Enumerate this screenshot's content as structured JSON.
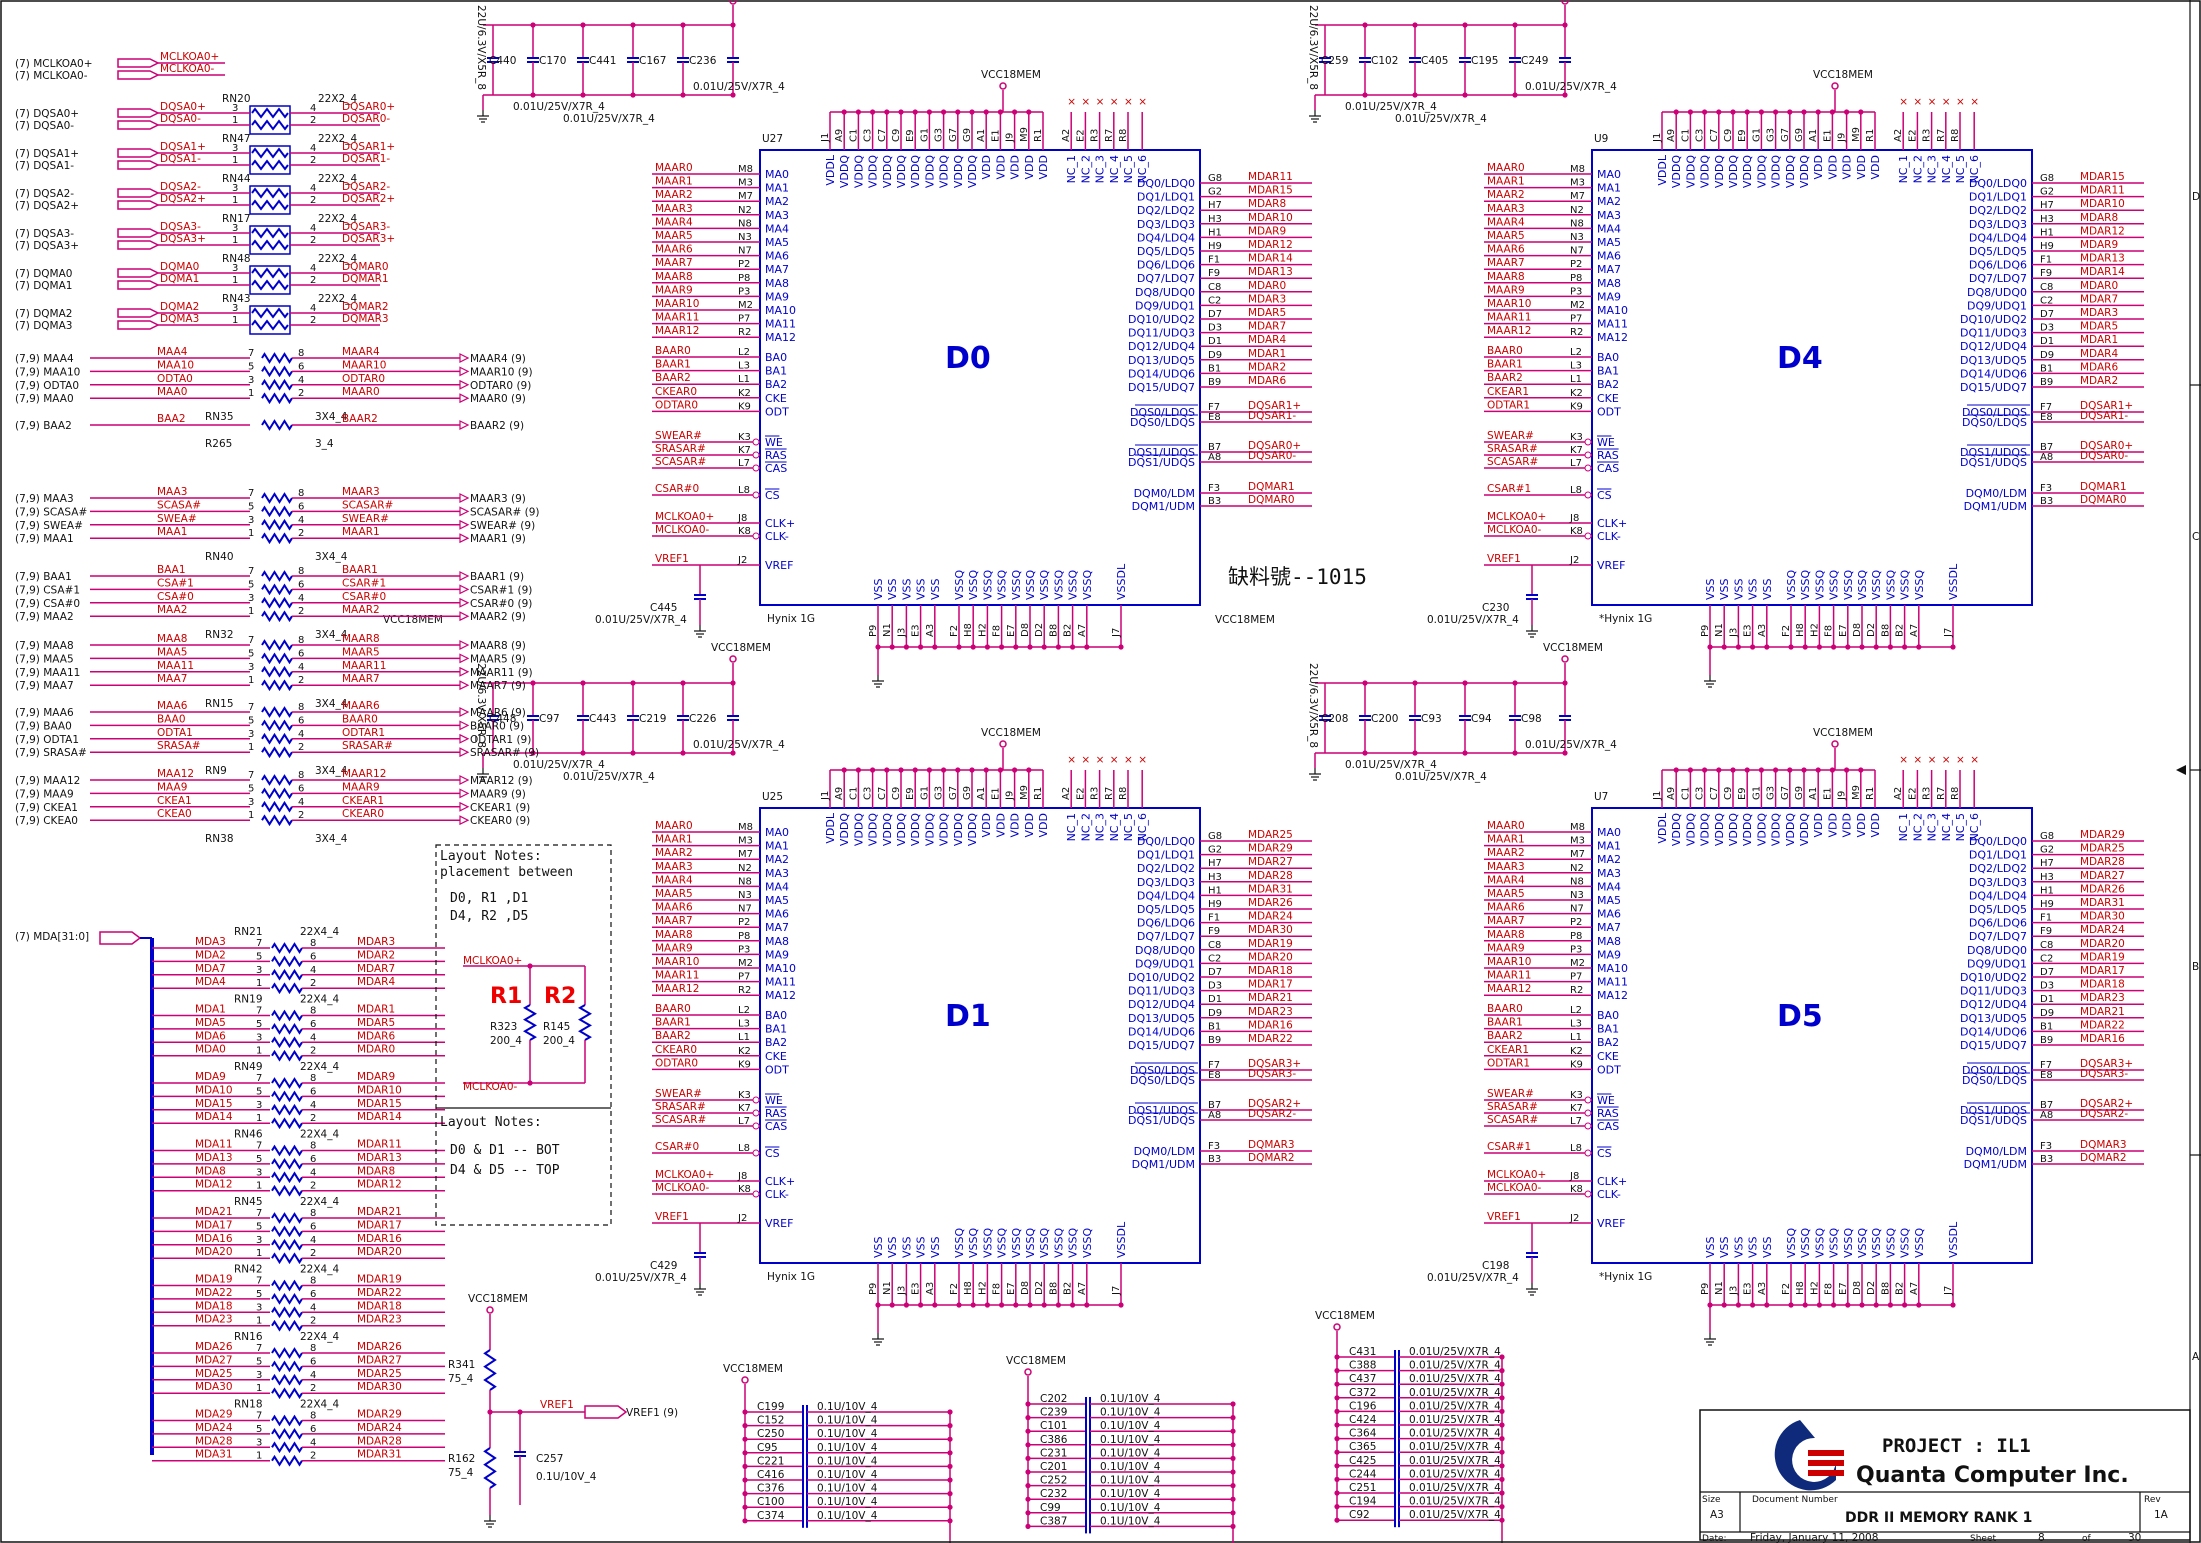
{
  "power": "VCC18MEM",
  "chips": [
    {
      "ref": "U27",
      "label": "D0",
      "vendor": "Hynix 1G"
    },
    {
      "ref": "U9",
      "label": "D4",
      "vendor": "*Hynix 1G"
    },
    {
      "ref": "U25",
      "label": "D1",
      "vendor": "Hynix 1G"
    },
    {
      "ref": "U7",
      "label": "D5",
      "vendor": "*Hynix 1G"
    }
  ],
  "chip_pins": {
    "left": [
      "MA0",
      "MA1",
      "MA2",
      "MA3",
      "MA4",
      "MA5",
      "MA6",
      "MA7",
      "MA8",
      "MA9",
      "MA10",
      "MA11",
      "MA12",
      "BA0",
      "BA1",
      "BA2",
      "CKE",
      "ODT",
      "WE",
      "RAS",
      "CAS",
      "CS",
      "CLK+",
      "CLK-",
      "VREF"
    ],
    "left_nums": [
      "M8",
      "M3",
      "M7",
      "N2",
      "N8",
      "N3",
      "N7",
      "P2",
      "P8",
      "P3",
      "M2",
      "P7",
      "R2",
      "L2",
      "L3",
      "L1",
      "K2",
      "K9",
      "K3",
      "K7",
      "L7",
      "L8",
      "J8",
      "K8",
      "J2"
    ],
    "right": [
      "DQ0/LDQ0",
      "DQ1/LDQ1",
      "DQ2/LDQ2",
      "DQ3/LDQ3",
      "DQ4/LDQ4",
      "DQ5/LDQ5",
      "DQ6/LDQ6",
      "DQ7/LDQ7",
      "DQ8/UDQ0",
      "DQ9/UDQ1",
      "DQ10/UDQ2",
      "DQ11/UDQ3",
      "DQ12/UDQ4",
      "DQ13/UDQ5",
      "DQ14/UDQ6",
      "DQ15/UDQ7",
      "DQS0/LDQS",
      "DQS0/LDQS",
      "DQS1/UDQS",
      "DQS1/UDQS",
      "DQM0/LDM",
      "DQM1/UDM"
    ],
    "right_nums": [
      "G8",
      "G2",
      "H7",
      "H3",
      "H1",
      "H9",
      "F1",
      "F9",
      "C8",
      "C2",
      "D7",
      "D3",
      "D1",
      "D9",
      "B1",
      "B9",
      "F7",
      "E8",
      "B7",
      "A8",
      "F3",
      "B3"
    ],
    "top": [
      "VDDL",
      "VDDQ",
      "VDDQ",
      "VDDQ",
      "VDDQ",
      "VDDQ",
      "VDDQ",
      "VDDQ",
      "VDDQ",
      "VDDQ",
      "VDDQ",
      "VDD",
      "VDD",
      "VDD",
      "VDD",
      "VDD",
      "NC_1",
      "NC_2",
      "NC_3",
      "NC_4",
      "NC_5",
      "NC_6"
    ],
    "top_nums": [
      "J1",
      "A9",
      "C1",
      "C3",
      "C7",
      "C9",
      "E9",
      "G1",
      "G3",
      "G7",
      "G9",
      "A1",
      "E1",
      "J9",
      "M9",
      "R1",
      "A2",
      "E2",
      "R3",
      "R7",
      "R8"
    ],
    "bottom": [
      "VSS",
      "VSS",
      "VSS",
      "VSS",
      "VSS",
      "VSSQ",
      "VSSQ",
      "VSSQ",
      "VSSQ",
      "VSSQ",
      "VSSQ",
      "VSSQ",
      "VSSQ",
      "VSSQ",
      "VSSQ",
      "VSSDL"
    ],
    "bottom_nums": [
      "P9",
      "N1",
      "J3",
      "E3",
      "A3",
      "F2",
      "H8",
      "H2",
      "F8",
      "E7",
      "D8",
      "D2",
      "B8",
      "B2",
      "A7",
      "J7"
    ]
  },
  "chip_left_nets": {
    "D0": [
      "MAAR0",
      "MAAR1",
      "MAAR2",
      "MAAR3",
      "MAAR4",
      "MAAR5",
      "MAAR6",
      "MAAR7",
      "MAAR8",
      "MAAR9",
      "MAAR10",
      "MAAR11",
      "MAAR12",
      "BAAR0",
      "BAAR1",
      "BAAR2",
      "CKEAR0",
      "ODTAR0",
      "SWEAR#",
      "SRASAR#",
      "SCASAR#",
      "CSAR#0",
      "MCLKOA0+",
      "MCLKOA0-",
      "VREF1"
    ],
    "D4": [
      "MAAR0",
      "MAAR1",
      "MAAR2",
      "MAAR3",
      "MAAR4",
      "MAAR5",
      "MAAR6",
      "MAAR7",
      "MAAR8",
      "MAAR9",
      "MAAR10",
      "MAAR11",
      "MAAR12",
      "BAAR0",
      "BAAR1",
      "BAAR2",
      "CKEAR1",
      "ODTAR1",
      "SWEAR#",
      "SRASAR#",
      "SCASAR#",
      "CSAR#1",
      "MCLKOA0+",
      "MCLKOA0-",
      "VREF1"
    ],
    "D1": [
      "MAAR0",
      "MAAR1",
      "MAAR2",
      "MAAR3",
      "MAAR4",
      "MAAR5",
      "MAAR6",
      "MAAR7",
      "MAAR8",
      "MAAR9",
      "MAAR10",
      "MAAR11",
      "MAAR12",
      "BAAR0",
      "BAAR1",
      "BAAR2",
      "CKEAR0",
      "ODTAR0",
      "SWEAR#",
      "SRASAR#",
      "SCASAR#",
      "CSAR#0",
      "MCLKOA0+",
      "MCLKOA0-",
      "VREF1"
    ],
    "D5": [
      "MAAR0",
      "MAAR1",
      "MAAR2",
      "MAAR3",
      "MAAR4",
      "MAAR5",
      "MAAR6",
      "MAAR7",
      "MAAR8",
      "MAAR9",
      "MAAR10",
      "MAAR11",
      "MAAR12",
      "BAAR0",
      "BAAR1",
      "BAAR2",
      "CKEAR1",
      "ODTAR1",
      "SWEAR#",
      "SRASAR#",
      "SCASAR#",
      "CSAR#1",
      "MCLKOA0+",
      "MCLKOA0-",
      "VREF1"
    ]
  },
  "chip_right_nets": {
    "D0": [
      "MDAR11",
      "MDAR15",
      "MDAR8",
      "MDAR10",
      "MDAR9",
      "MDAR12",
      "MDAR14",
      "MDAR13",
      "MDAR0",
      "MDAR3",
      "MDAR5",
      "MDAR7",
      "MDAR4",
      "MDAR1",
      "MDAR2",
      "MDAR6",
      "DQSAR1+",
      "DQSAR1-",
      "DQSAR0+",
      "DQSAR0-",
      "DQMAR1",
      "DQMAR0"
    ],
    "D4": [
      "MDAR15",
      "MDAR11",
      "MDAR10",
      "MDAR8",
      "MDAR12",
      "MDAR9",
      "MDAR13",
      "MDAR14",
      "MDAR0",
      "MDAR7",
      "MDAR3",
      "MDAR5",
      "MDAR1",
      "MDAR4",
      "MDAR6",
      "MDAR2",
      "DQSAR1+",
      "DQSAR1-",
      "DQSAR0+",
      "DQSAR0-",
      "DQMAR1",
      "DQMAR0"
    ],
    "D1": [
      "MDAR25",
      "MDAR29",
      "MDAR27",
      "MDAR28",
      "MDAR31",
      "MDAR26",
      "MDAR24",
      "MDAR30",
      "MDAR19",
      "MDAR20",
      "MDAR18",
      "MDAR17",
      "MDAR21",
      "MDAR23",
      "MDAR16",
      "MDAR22",
      "DQSAR3+",
      "DQSAR3-",
      "DQSAR2+",
      "DQSAR2-",
      "DQMAR3",
      "DQMAR2"
    ],
    "D5": [
      "MDAR29",
      "MDAR25",
      "MDAR28",
      "MDAR27",
      "MDAR26",
      "MDAR31",
      "MDAR30",
      "MDAR24",
      "MDAR20",
      "MDAR19",
      "MDAR17",
      "MDAR18",
      "MDAR23",
      "MDAR21",
      "MDAR22",
      "MDAR16",
      "DQSAR3+",
      "DQSAR3-",
      "DQSAR2+",
      "DQSAR2-",
      "DQMAR3",
      "DQMAR2"
    ]
  },
  "bypass_caps": {
    "D0": [
      "C440",
      "C170",
      "C441",
      "C167",
      "C236"
    ],
    "D4": [
      "C259",
      "C102",
      "C405",
      "C195",
      "C249"
    ],
    "D1": [
      "C448",
      "C97",
      "C443",
      "C219",
      "C226"
    ],
    "D5": [
      "C208",
      "C200",
      "C93",
      "C94",
      "C98"
    ]
  },
  "vref_caps": {
    "D0": "C445",
    "D4": "C230",
    "D1": "C429",
    "D5": "C198"
  },
  "cap_values": {
    "bulk": "22U/6.3V/X5R_8",
    "small": "0.01U/25V/X7R_4",
    "vref": "0.01U/25V/X7R_4"
  },
  "clk_left": [
    {
      "tag": "(7)",
      "name": "MCLKOA0+",
      "out": "MCLKOA0+"
    },
    {
      "tag": "(7)",
      "name": "MCLKOA0-",
      "out": "MCLKOA0-"
    }
  ],
  "dqs_packs": [
    {
      "ref": "RN20",
      "val": "22X2_4",
      "in": [
        "DQSA0+",
        "DQSA0-"
      ],
      "tags": [
        "(7)",
        "(7)"
      ],
      "out": [
        "DQSAR0+",
        "DQSAR0-"
      ],
      "pins": [
        "3",
        "1",
        "4",
        "2"
      ]
    },
    {
      "ref": "RN47",
      "val": "22X2_4",
      "in": [
        "DQSA1+",
        "DQSA1-"
      ],
      "tags": [
        "(7)",
        "(7)"
      ],
      "out": [
        "DQSAR1+",
        "DQSAR1-"
      ],
      "pins": [
        "3",
        "1",
        "4",
        "2"
      ]
    },
    {
      "ref": "RN44",
      "val": "22X2_4",
      "in": [
        "DQSA2-",
        "DQSA2+"
      ],
      "tags": [
        "(7)",
        "(7)"
      ],
      "out": [
        "DQSAR2-",
        "DQSAR2+"
      ],
      "pins": [
        "3",
        "1",
        "4",
        "2"
      ]
    },
    {
      "ref": "RN17",
      "val": "22X2_4",
      "in": [
        "DQSA3-",
        "DQSA3+"
      ],
      "tags": [
        "(7)",
        "(7)"
      ],
      "out": [
        "DQSAR3-",
        "DQSAR3+"
      ],
      "pins": [
        "3",
        "1",
        "4",
        "2"
      ]
    },
    {
      "ref": "RN48",
      "val": "22X2_4",
      "in": [
        "DQMA0",
        "DQMA1"
      ],
      "tags": [
        "(7)",
        "(7)"
      ],
      "out": [
        "DQMAR0",
        "DQMAR1"
      ],
      "pins": [
        "3",
        "1",
        "4",
        "2"
      ]
    },
    {
      "ref": "RN43",
      "val": "22X2_4",
      "in": [
        "DQMA2",
        "DQMA3"
      ],
      "tags": [
        "(7)",
        "(7)"
      ],
      "out": [
        "DQMAR2",
        "DQMAR3"
      ],
      "pins": [
        "3",
        "1",
        "4",
        "2"
      ]
    }
  ],
  "addr_packs": [
    {
      "ref": "RN35",
      "val": "3X4_4",
      "tags": [
        "(7,9)",
        "(7,9)",
        "(7,9)",
        "(7,9)"
      ],
      "in": [
        "MAA4",
        "MAA10",
        "ODTA0",
        "MAA0"
      ],
      "out": [
        "MAAR4",
        "MAAR10",
        "ODTAR0",
        "MAAR0"
      ],
      "otags": [
        "(9)",
        "(9)",
        "(9)",
        "(9)"
      ]
    },
    {
      "ref": "R265",
      "val": "3_4",
      "tags": [
        "(7,9)"
      ],
      "in": [
        "BAA2"
      ],
      "out": [
        "BAAR2"
      ],
      "otags": [
        "(9)"
      ]
    },
    {
      "ref": "RN40",
      "val": "3X4_4",
      "tags": [
        "(7,9)",
        "(7,9)",
        "(7,9)",
        "(7,9)"
      ],
      "in": [
        "MAA3",
        "SCASA#",
        "SWEA#",
        "MAA1"
      ],
      "out": [
        "MAAR3",
        "SCASAR#",
        "SWEAR#",
        "MAAR1"
      ],
      "otags": [
        "(9)",
        "(9)",
        "(9)",
        "(9)"
      ]
    },
    {
      "ref": "RN32",
      "val": "3X4_4",
      "tags": [
        "(7,9)",
        "(7,9)",
        "(7,9)",
        "(7,9)"
      ],
      "in": [
        "BAA1",
        "CSA#1",
        "CSA#0",
        "MAA2"
      ],
      "out": [
        "BAAR1",
        "CSAR#1",
        "CSAR#0",
        "MAAR2"
      ],
      "otags": [
        "(9)",
        "(9)",
        "(9)",
        "(9)"
      ]
    },
    {
      "ref": "RN15",
      "val": "3X4_4",
      "tags": [
        "(7,9)",
        "(7,9)",
        "(7,9)",
        "(7,9)"
      ],
      "in": [
        "MAA8",
        "MAA5",
        "MAA11",
        "MAA7"
      ],
      "out": [
        "MAAR8",
        "MAAR5",
        "MAAR11",
        "MAAR7"
      ],
      "otags": [
        "(9)",
        "(9)",
        "(9)",
        "(9)"
      ]
    },
    {
      "ref": "RN9",
      "val": "3X4_4",
      "tags": [
        "(7,9)",
        "(7,9)",
        "(7,9)",
        "(7,9)"
      ],
      "in": [
        "MAA6",
        "BAA0",
        "ODTA1",
        "SRASA#"
      ],
      "out": [
        "MAAR6",
        "BAAR0",
        "ODTAR1",
        "SRASAR#"
      ],
      "otags": [
        "(9)",
        "(9)",
        "(9)",
        "(9)"
      ]
    },
    {
      "ref": "RN38",
      "val": "3X4_4",
      "tags": [
        "(7,9)",
        "(7,9)",
        "(7,9)",
        "(7,9)"
      ],
      "in": [
        "MAA12",
        "MAA9",
        "CKEA1",
        "CKEA0"
      ],
      "out": [
        "MAAR12",
        "MAAR9",
        "CKEAR1",
        "CKEAR0"
      ],
      "otags": [
        "(9)",
        "(9)",
        "(9)",
        "(9)"
      ]
    }
  ],
  "mda_bus": "MDA[31:0]",
  "mda_tag": "(7)",
  "data_packs": [
    {
      "ref": "RN21",
      "val": "22X4_4",
      "in": [
        "MDA3",
        "MDA2",
        "MDA7",
        "MDA4"
      ],
      "out": [
        "MDAR3",
        "MDAR2",
        "MDAR7",
        "MDAR4"
      ]
    },
    {
      "ref": "RN19",
      "val": "22X4_4",
      "in": [
        "MDA1",
        "MDA5",
        "MDA6",
        "MDA0"
      ],
      "out": [
        "MDAR1",
        "MDAR5",
        "MDAR6",
        "MDAR0"
      ]
    },
    {
      "ref": "RN49",
      "val": "22X4_4",
      "in": [
        "MDA9",
        "MDA10",
        "MDA15",
        "MDA14"
      ],
      "out": [
        "MDAR9",
        "MDAR10",
        "MDAR15",
        "MDAR14"
      ]
    },
    {
      "ref": "RN46",
      "val": "22X4_4",
      "in": [
        "MDA11",
        "MDA13",
        "MDA8",
        "MDA12"
      ],
      "out": [
        "MDAR11",
        "MDAR13",
        "MDAR8",
        "MDAR12"
      ]
    },
    {
      "ref": "RN45",
      "val": "22X4_4",
      "in": [
        "MDA21",
        "MDA17",
        "MDA16",
        "MDA20"
      ],
      "out": [
        "MDAR21",
        "MDAR17",
        "MDAR16",
        "MDAR20"
      ]
    },
    {
      "ref": "RN42",
      "val": "22X4_4",
      "in": [
        "MDA19",
        "MDA22",
        "MDA18",
        "MDA23"
      ],
      "out": [
        "MDAR19",
        "MDAR22",
        "MDAR18",
        "MDAR23"
      ]
    },
    {
      "ref": "RN16",
      "val": "22X4_4",
      "in": [
        "MDA26",
        "MDA27",
        "MDA25",
        "MDA30"
      ],
      "out": [
        "MDAR26",
        "MDAR27",
        "MDAR25",
        "MDAR30"
      ]
    },
    {
      "ref": "RN18",
      "val": "22X4_4",
      "in": [
        "MDA29",
        "MDA24",
        "MDA28",
        "MDA31"
      ],
      "out": [
        "MDAR29",
        "MDAR24",
        "MDAR28",
        "MDAR31"
      ]
    }
  ],
  "pack_pins4": [
    "7",
    "5",
    "3",
    "1",
    "8",
    "6",
    "4",
    "2"
  ],
  "notes1": {
    "title": "Layout Notes:",
    "sub": "placement between",
    "l1": "D0,  R1  ,D1",
    "l2": "D4,  R2  ,D5"
  },
  "term": {
    "r1": "R1",
    "r2": "R2",
    "ra": "R323",
    "rav": "200_4",
    "rb": "R145",
    "rbv": "200_4",
    "top": "MCLKOA0+",
    "bot": "MCLKOA0-"
  },
  "notes2": {
    "title": "Layout Notes:",
    "l1": "D0 & D1 -- BOT",
    "l2": "D4 & D5 -- TOP"
  },
  "missing": "缺料號--1015",
  "vref_div": {
    "r1": "R341",
    "r1v": "75_4",
    "r2": "R162",
    "r2v": "75_4",
    "cap": "C257",
    "capv": "0.1U/10V_4",
    "net": "VREF1",
    "port": "VREF1",
    "tag": "(9)"
  },
  "decap_bank1": {
    "refs": [
      "C199",
      "C152",
      "C250",
      "C95",
      "C221",
      "C416",
      "C376",
      "C100",
      "C374"
    ],
    "val": "0.1U/10V_4"
  },
  "decap_bank2": {
    "refs": [
      "C202",
      "C239",
      "C101",
      "C386",
      "C231",
      "C201",
      "C252",
      "C232",
      "C99",
      "C387"
    ],
    "val": "0.1U/10V_4"
  },
  "decap_bank3": {
    "refs": [
      "C431",
      "C388",
      "C437",
      "C372",
      "C196",
      "C424",
      "C364",
      "C365",
      "C425",
      "C244",
      "C251",
      "C194",
      "C92"
    ],
    "val": "0.01U/25V/X7R_4"
  },
  "title_block": {
    "project": "PROJECT : IL1",
    "company": "Quanta Computer Inc.",
    "size_lbl": "Size",
    "size": "A3",
    "docnum_lbl": "Document Number",
    "doc": "DDR II MEMORY RANK 1",
    "rev_lbl": "Rev",
    "rev": "1A",
    "date_lbl": "Date:",
    "date": "Friday, January 11, 2008",
    "sheet_lbl": "Sheet",
    "sheet": "8",
    "of_lbl": "of",
    "of": "30"
  },
  "frame_letters": [
    "D",
    "C",
    "B",
    "A"
  ],
  "colors": {
    "net": "#cc0000",
    "pin": "#0000cc",
    "wire": "#cc0077",
    "logo": "#cc0000"
  }
}
